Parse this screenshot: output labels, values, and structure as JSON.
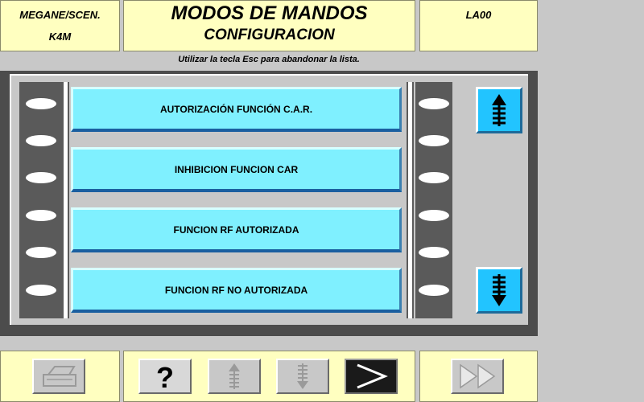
{
  "header": {
    "vehicle": "MEGANE/SCEN.",
    "engine": "K4M",
    "title": "MODOS DE MANDOS",
    "subtitle": "CONFIGURACION",
    "code": "LA00"
  },
  "instruction": "Utilizar la tecla Esc para abandonar la lista.",
  "menu": {
    "items": [
      {
        "label": "AUTORIZACIÓN FUNCIÓN C.A.R."
      },
      {
        "label": "INHIBICION FUNCION CAR"
      },
      {
        "label": "FUNCION RF AUTORIZADA"
      },
      {
        "label": "FUNCION RF NO AUTORIZADA"
      }
    ]
  },
  "scroll": {
    "up_icon": "scroll-up-icon",
    "down_icon": "scroll-down-icon"
  },
  "toolbar": {
    "print_icon": "printer-icon",
    "help_label": "?",
    "page_up_icon": "page-up-icon",
    "page_down_icon": "page-down-icon",
    "next_icon": "next-icon",
    "fast_forward_icon": "fast-forward-icon"
  },
  "colors": {
    "panel_yellow": "#ffffc0",
    "menu_cyan": "#7ff0ff",
    "scroll_blue": "#22c4ff",
    "background_gray": "#c8c8c8"
  }
}
